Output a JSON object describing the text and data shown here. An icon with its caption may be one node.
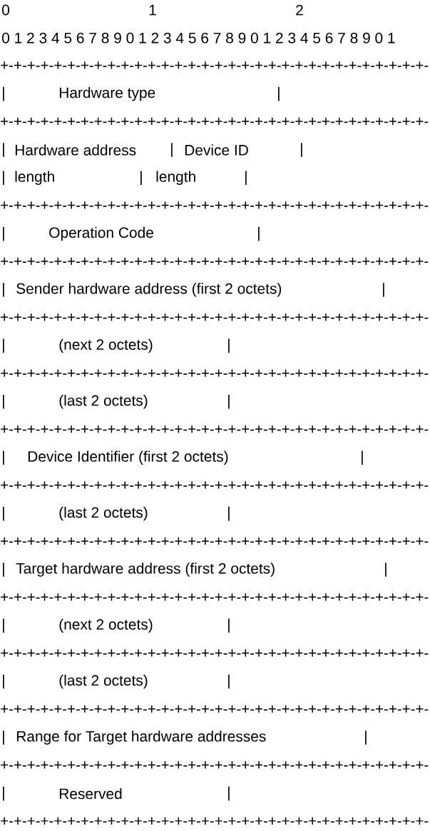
{
  "diagram": {
    "labels": [
      "0",
      "1",
      "2",
      "0 1 2 3 4 5 6 7 8 9 0 1 2 3 4 5 6 7 8 9 0 1 2 3 4 5 6 7 8 9 0 1",
      "+-+-+-+-+-+-+-+-+-+-+-+-+-+-+-+-+-+-+-+-+-+-+-+-+-+-+-+-+-+-+-+-",
      "|",
      "Hardware type",
      "|",
      "+-+-+-+-+-+-+-+-+-+-+-+-+-+-+-+-+-+-+-+-+-+-+-+-+-+-+-+-+-+-+-+-",
      "|",
      "Hardware address",
      "|",
      "Device ID",
      "|",
      "|",
      "length",
      "|",
      "length",
      "|",
      "+-+-+-+-+-+-+-+-+-+-+-+-+-+-+-+-+-+-+-+-+-+-+-+-+-+-+-+-+-+-+-+-",
      "|",
      "Operation Code",
      "|",
      "+-+-+-+-+-+-+-+-+-+-+-+-+-+-+-+-+-+-+-+-+-+-+-+-+-+-+-+-+-+-+-+-",
      "|",
      "Sender hardware address (first 2 octets)",
      "|",
      "+-+-+-+-+-+-+-+-+-+-+-+-+-+-+-+-+-+-+-+-+-+-+-+-+-+-+-+-+-+-+-+-",
      "|",
      "(next 2 octets)",
      "|",
      "+-+-+-+-+-+-+-+-+-+-+-+-+-+-+-+-+-+-+-+-+-+-+-+-+-+-+-+-+-+-+-+-",
      "|",
      "(last 2 octets)",
      "|",
      "+-+-+-+-+-+-+-+-+-+-+-+-+-+-+-+-+-+-+-+-+-+-+-+-+-+-+-+-+-+-+-+-",
      "|",
      "Device Identifier (first 2 octets)",
      "|",
      "+-+-+-+-+-+-+-+-+-+-+-+-+-+-+-+-+-+-+-+-+-+-+-+-+-+-+-+-+-+-+-+-",
      "|",
      "(last 2 octets)",
      "|",
      "+-+-+-+-+-+-+-+-+-+-+-+-+-+-+-+-+-+-+-+-+-+-+-+-+-+-+-+-+-+-+-+-",
      "|",
      "Target hardware address (first 2 octets)",
      "|",
      "+-+-+-+-+-+-+-+-+-+-+-+-+-+-+-+-+-+-+-+-+-+-+-+-+-+-+-+-+-+-+-+-",
      "|",
      "(next 2 octets)",
      "|",
      "+-+-+-+-+-+-+-+-+-+-+-+-+-+-+-+-+-+-+-+-+-+-+-+-+-+-+-+-+-+-+-+-",
      "|",
      "(last 2 octets)",
      "|",
      "+-+-+-+-+-+-+-+-+-+-+-+-+-+-+-+-+-+-+-+-+-+-+-+-+-+-+-+-+-+-+-+-",
      "|",
      "Range for Target hardware addresses",
      "|",
      "+-+-+-+-+-+-+-+-+-+-+-+-+-+-+-+-+-+-+-+-+-+-+-+-+-+-+-+-+-+-+-+-",
      "|",
      "Reserved",
      "|",
      "+-+-+-+-+-+-+-+-+-+-+-+-+-+-+-+-+-+-+-+-+-+-+-+-+-+-+-+-+-+-+-+-"
    ]
  }
}
